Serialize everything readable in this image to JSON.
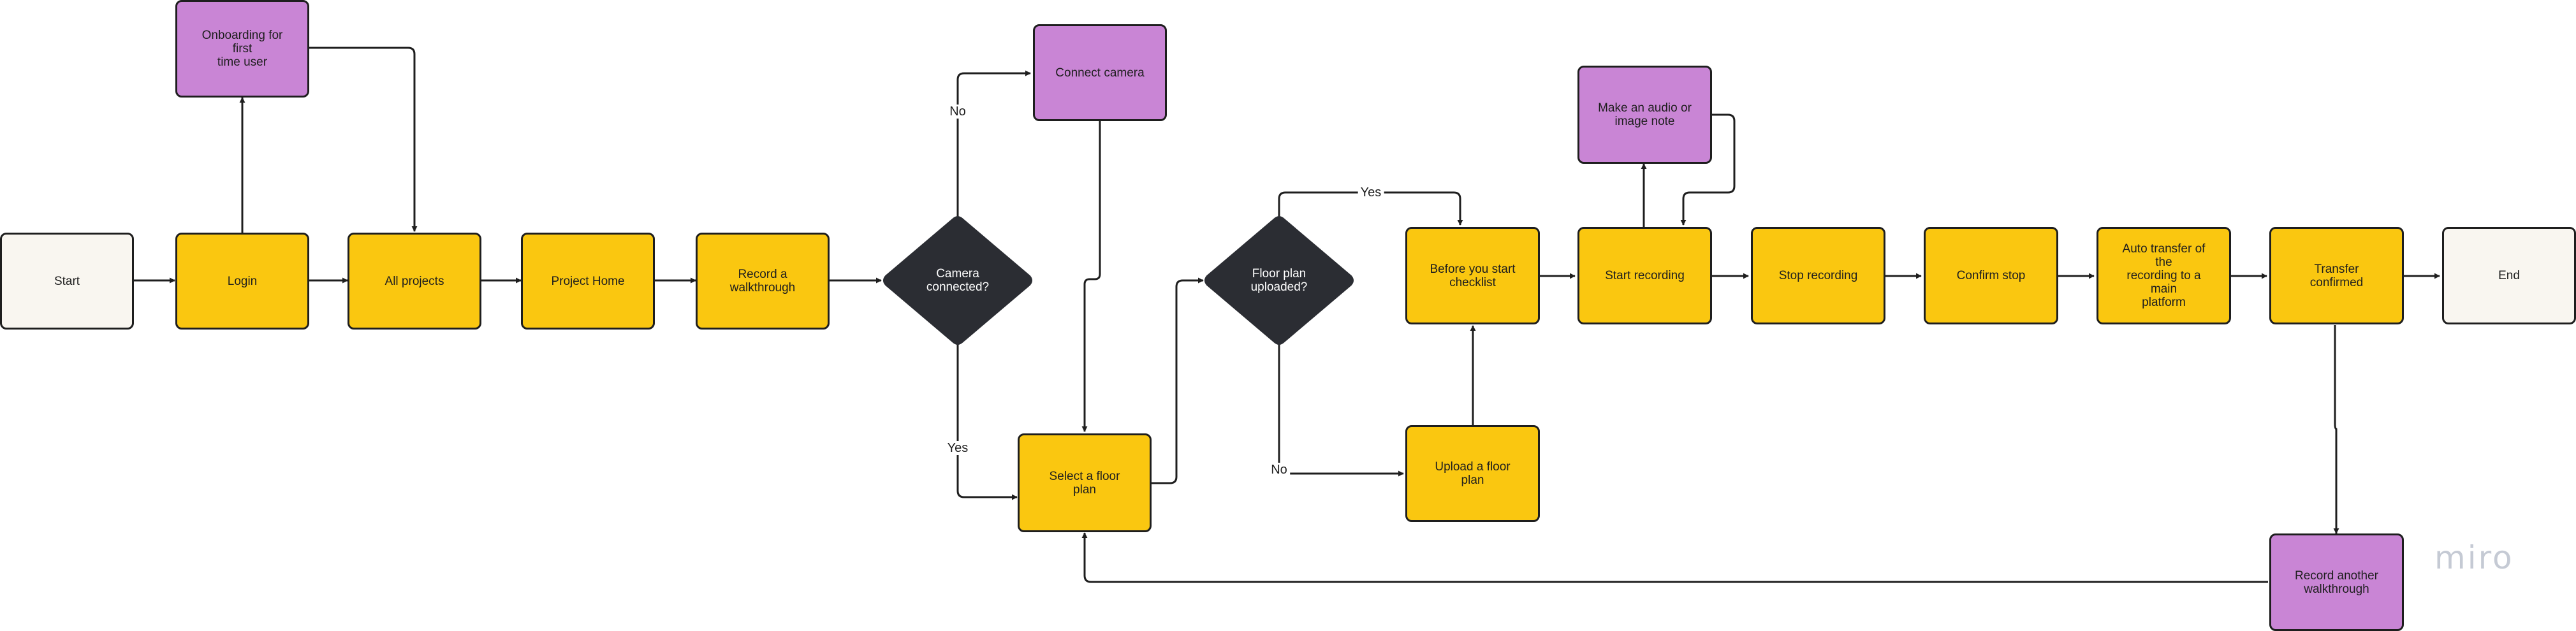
{
  "nodes": {
    "start": "Start",
    "login": "Login",
    "onboarding": "Onboarding for first\ntime user",
    "all_projects": "All projects",
    "project_home": "Project Home",
    "record_walkthrough": "Record  a\nwalkthrough",
    "camera_connected": "Camera\nconnected?",
    "connect_camera": "Connect camera",
    "select_floor_plan": "Select a floor plan",
    "floor_plan_uploaded": "Floor plan\nuploaded?",
    "upload_floor_plan": "Upload a floor plan",
    "before_checklist": "Before you start\nchecklist",
    "start_recording": "Start recording",
    "audio_image_note": "Make an audio or\nimage note",
    "stop_recording": "Stop recording",
    "confirm_stop": "Confirm stop",
    "auto_transfer": "Auto transfer of the\nrecording to a main\nplatform",
    "transfer_confirmed": "Transfer confirmed",
    "record_another": "Record another\nwalkthrough",
    "end": "End"
  },
  "edge_labels": {
    "camera_no": "No",
    "camera_yes": "Yes",
    "floor_yes": "Yes",
    "floor_no": "No"
  },
  "colors": {
    "process": "#fac710",
    "side_step": "#c985d5",
    "terminal": "#f9f6f0",
    "decision": "#2b2d33",
    "stroke": "#1e1e1e"
  },
  "branding": {
    "logo": "miro"
  }
}
